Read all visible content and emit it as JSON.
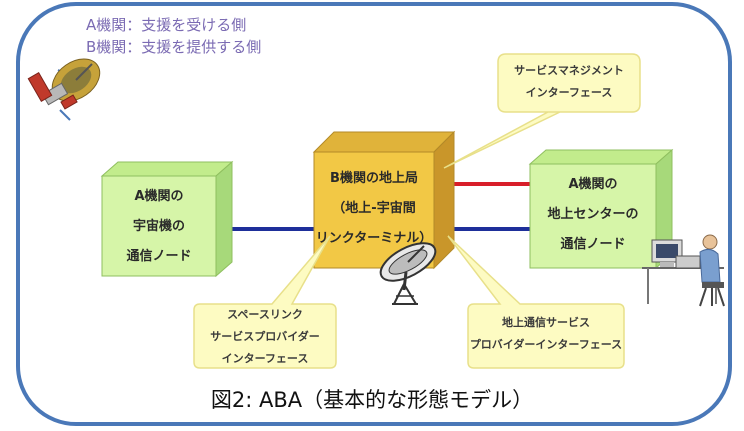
{
  "legend": {
    "line1": "A機関：支援を受ける側",
    "line2": "B機関：支援を提供する側"
  },
  "nodes": {
    "a_space": [
      "A機関の",
      "宇宙機の",
      "通信ノード"
    ],
    "b_ground": [
      "B機関の地上局",
      "（地上-宇宙間",
      "リンクターミナル）"
    ],
    "a_ground": [
      "A機関の",
      "地上センターの",
      "通信ノード"
    ]
  },
  "callouts": {
    "service_mgmt": [
      "サービスマネジメント",
      "インターフェース"
    ],
    "space_link": [
      "スペースリンク",
      "サービスプロバイダー",
      "インターフェース"
    ],
    "ground_comm": [
      "地上通信サービス",
      "プロバイダーインターフェース"
    ]
  },
  "caption": "図2: ABA（基本的な形態モデル）",
  "colors": {
    "frame": "#4a78b8",
    "green_face": "#d6f5a8",
    "green_side": "#a7d97a",
    "green_edge": "#8fbf5f",
    "gold_face": "#f2c845",
    "gold_top": "#e0b33a",
    "gold_side": "#c9962a",
    "link_blue": "#1e2f9a",
    "link_red": "#d81e2a",
    "callout_fill": "#fdfbc2",
    "callout_edge": "#e8e08a"
  }
}
